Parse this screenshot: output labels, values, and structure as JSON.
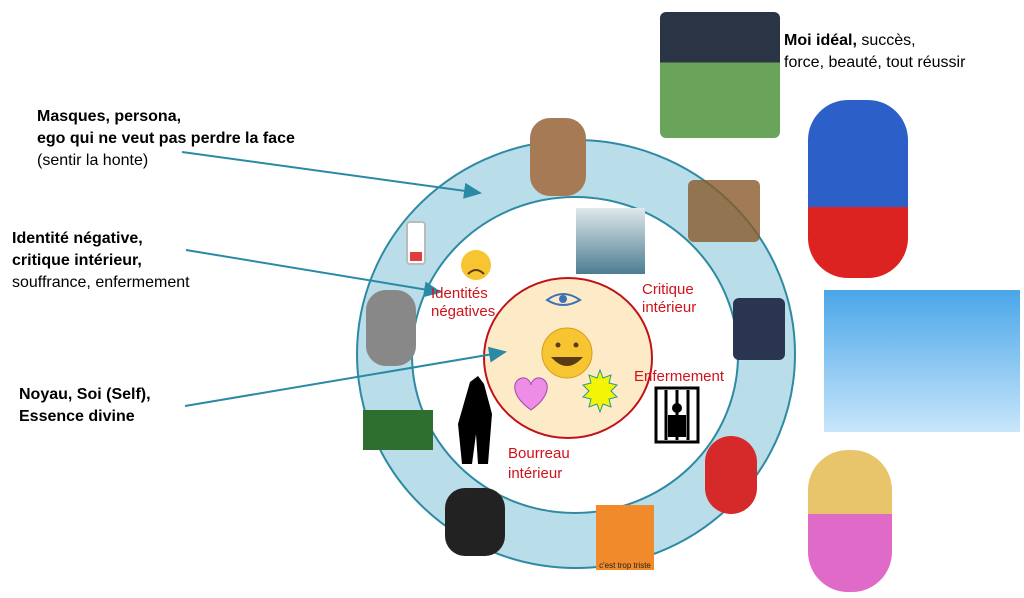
{
  "labels": {
    "masques_bold_1": "Masques, persona,",
    "masques_bold_2": "ego qui ne veut pas perdre la face",
    "masques_normal": "(sentir la honte)",
    "identite_bold_1": "Identité négative,",
    "identite_bold_2": "critique intérieur,",
    "identite_normal": "souffrance, enfermement",
    "noyau_bold_1": "Noyau, Soi (Self),",
    "noyau_bold_2": "Essence divine",
    "ideal_bold": "Moi idéal,",
    "ideal_normal_1": " succès,",
    "ideal_normal_2": "force, beauté, tout réussir"
  },
  "inner_labels": {
    "identites_1": "Identités",
    "identites_2": "négatives",
    "critique_1": "Critique",
    "critique_2": "intérieur",
    "enfermement": "Enfermement",
    "bourreau_1": "Bourreau",
    "bourreau_2": "intérieur"
  },
  "picture_caption": "c'est trop triste",
  "colors": {
    "ring": "#b9dde9",
    "ring_border": "#2e8aa3",
    "core": "#fdebc8",
    "core_border": "#c0121b",
    "label_red": "#d0121b",
    "arrow": "#2a8aa6"
  }
}
